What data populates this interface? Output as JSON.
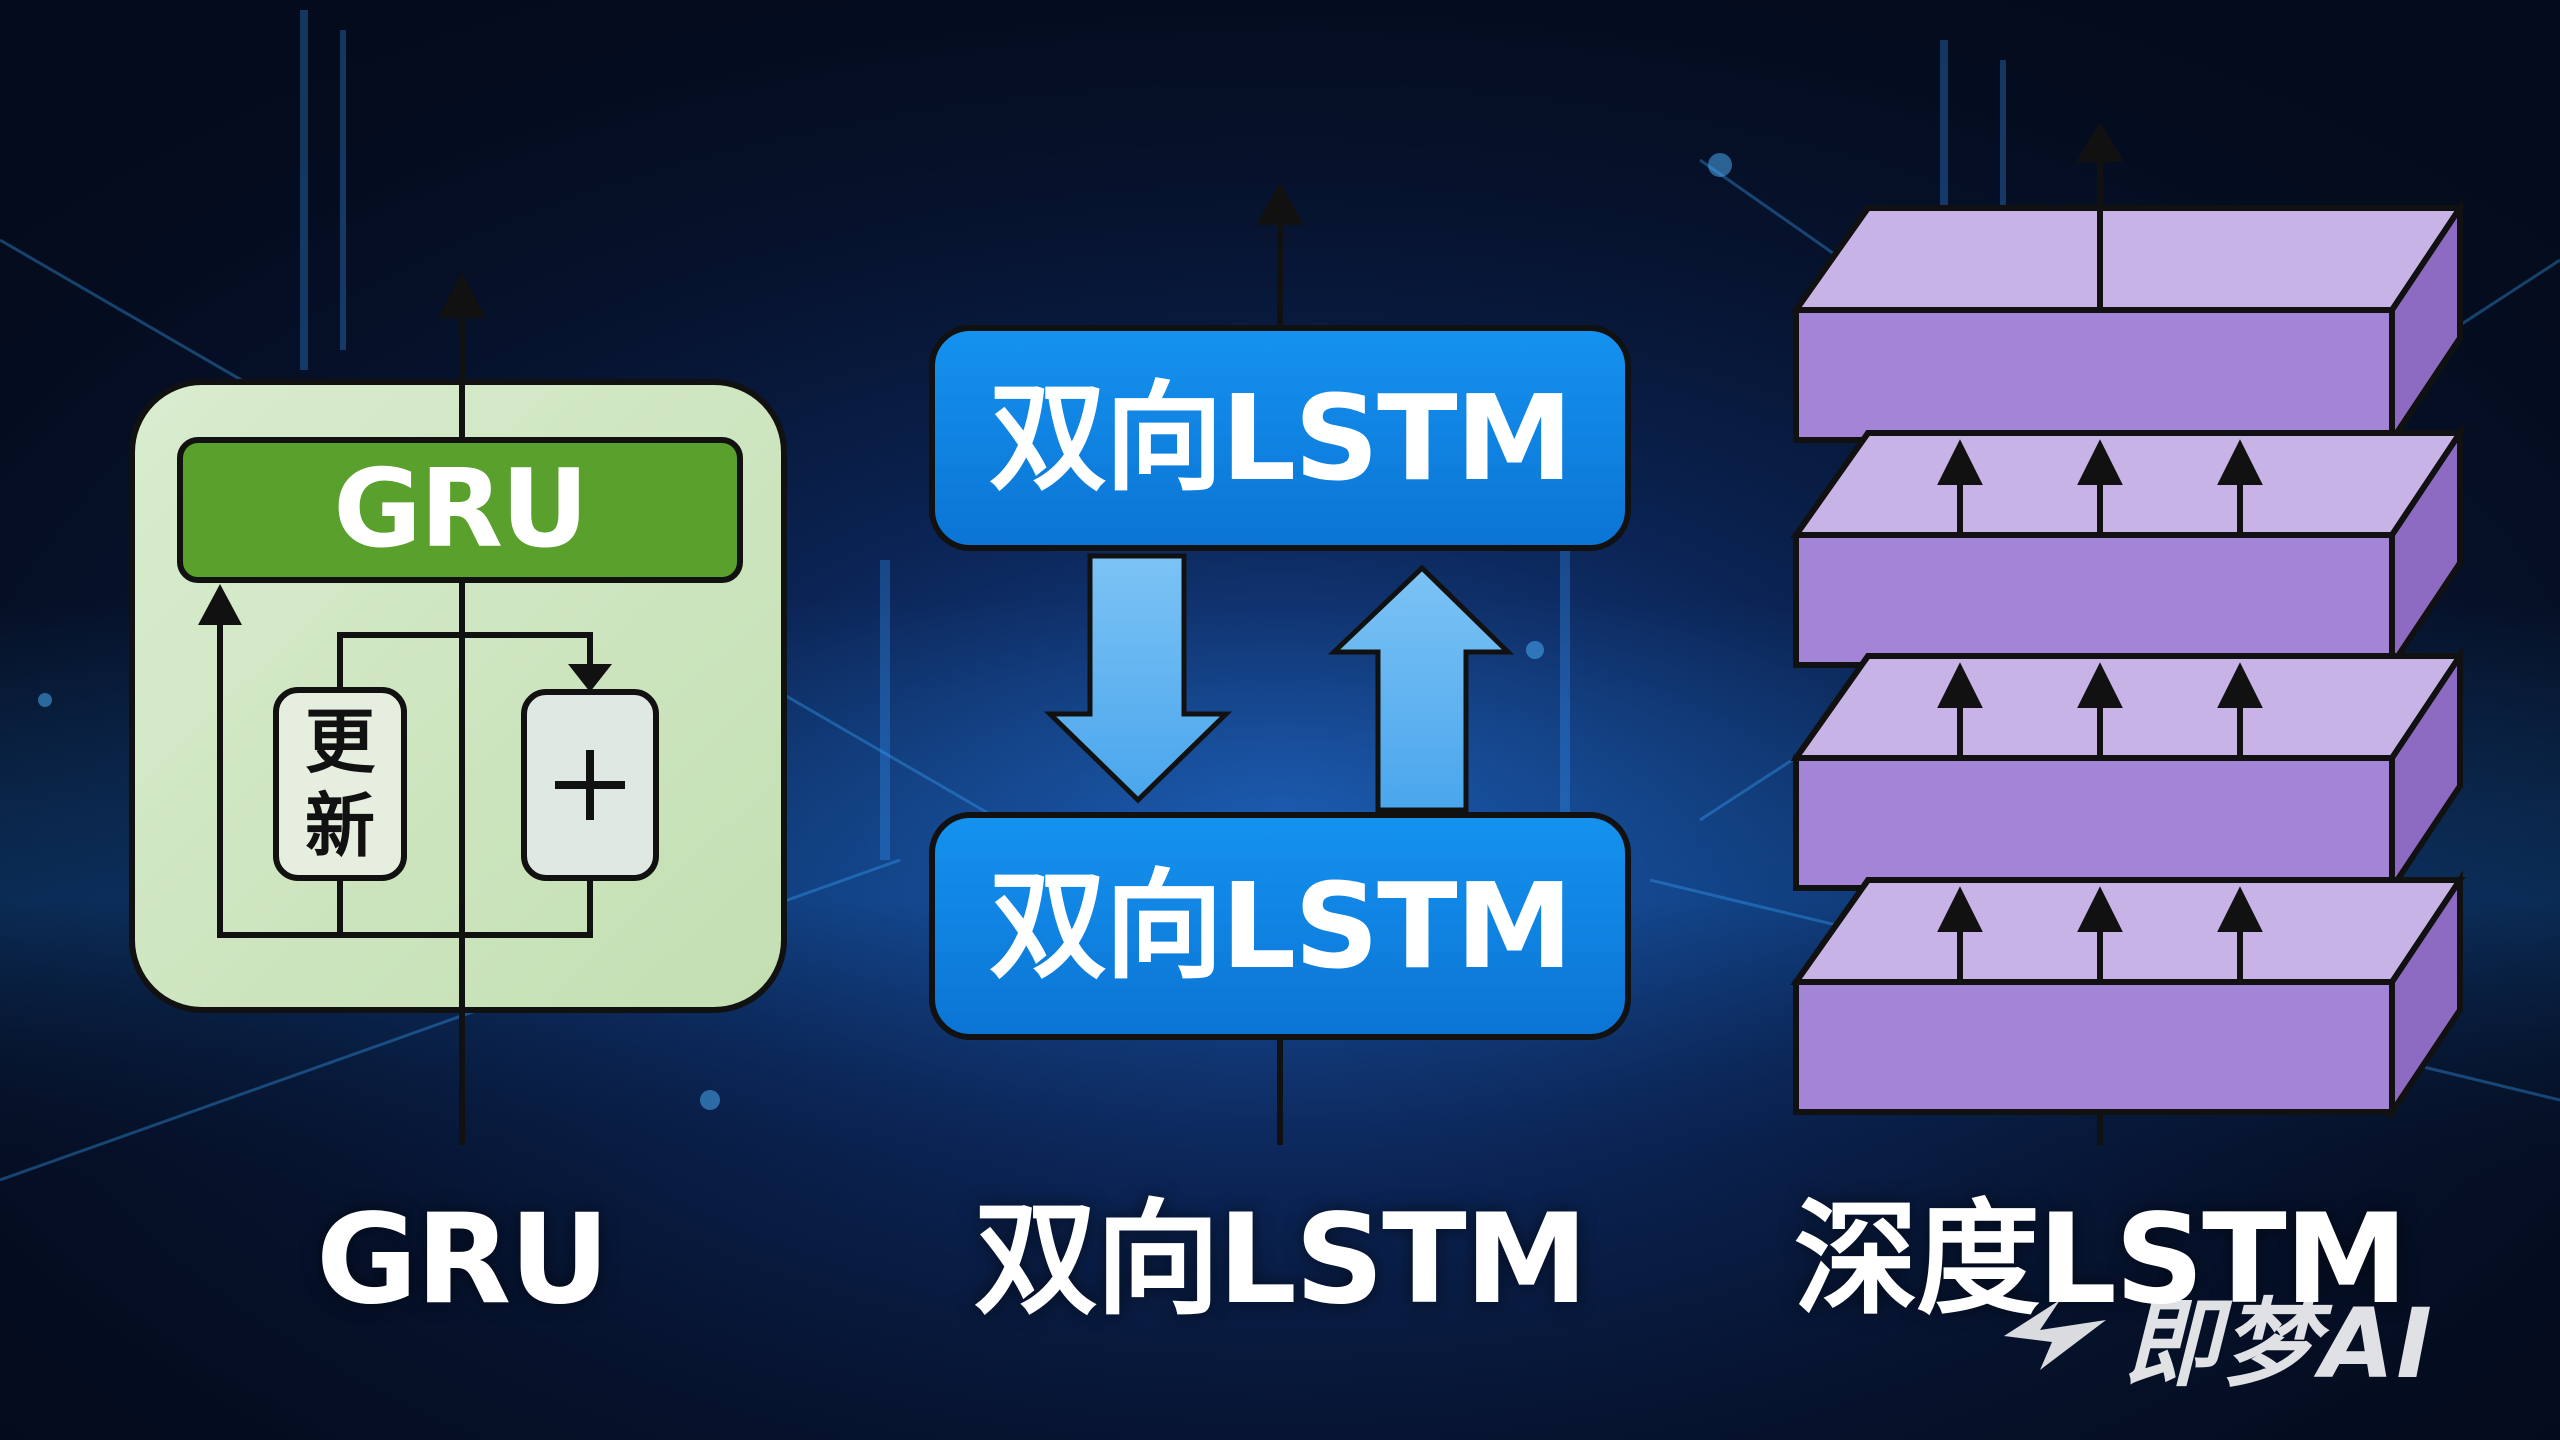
{
  "panels": {
    "gru": {
      "header_label": "GRU",
      "update_gate_label": "更新",
      "add_symbol": "+",
      "caption": "GRU"
    },
    "bilstm": {
      "top_box_label": "双向LSTM",
      "bottom_box_label": "双向LSTM",
      "caption": "双向LSTM"
    },
    "deep_lstm": {
      "layer_count": 4,
      "arrows_between_layers": 3,
      "caption": "深度LSTM"
    }
  },
  "watermark": {
    "text": "即梦AI"
  },
  "colors": {
    "gru_green": "#5aa02c",
    "gru_panel": "#cfe6c1",
    "lstm_blue": "#0f84e0",
    "arrow_light_blue": "#5fb4f0",
    "deep_purple": "#a07ed2",
    "background": "#040b1c"
  }
}
